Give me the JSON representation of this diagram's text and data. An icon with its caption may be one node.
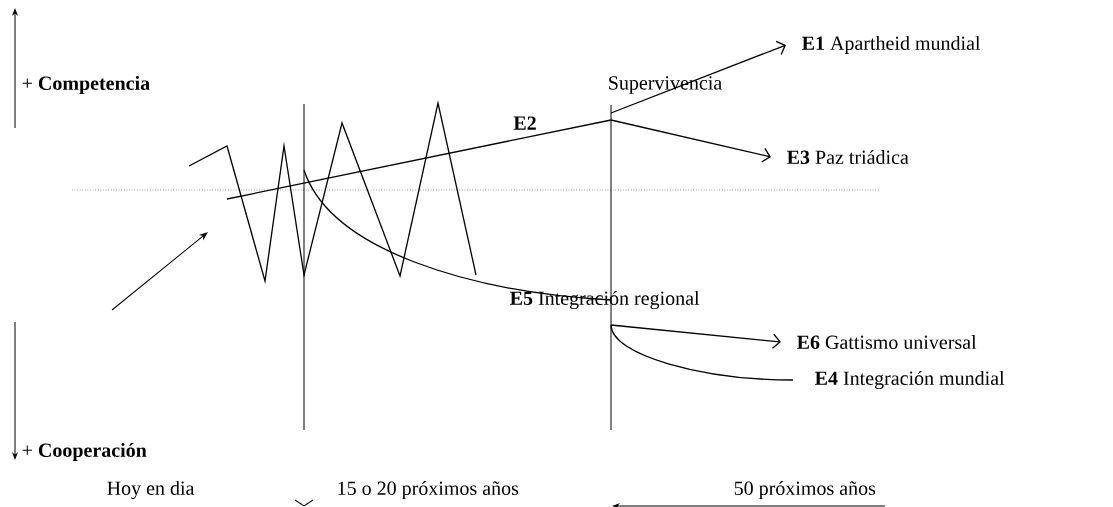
{
  "diagram": {
    "nodes": [
      {
        "text": [
          "**E1** Apartheid mundial"
        ]
      },
      {
        "text": [
          "**E3** Paz triádica"
        ]
      },
      {
        "text": [
          "**E6** Gattismo universal"
        ]
      },
      {
        "text": [
          "**E4** Integración mundial"
        ]
      }
    ],
    "edges": [
      {
        "from": null,
        "to": 0,
        "arrow": "to"
      },
      {
        "from": null,
        "to": 1,
        "arrow": "to"
      },
      {
        "from": null,
        "to": 2,
        "arrow": "to"
      },
      {
        "from": null,
        "to": 3,
        "arrow": "none"
      }
    ],
    "labels": [
      "+ **Competencia**",
      "Supervivencia",
      "E2",
      "**E5**   Integración regional",
      "+ **Cooperación**",
      "Hoy en dia",
      "15 o 20 próximos años",
      "50 próximos años"
    ]
  }
}
